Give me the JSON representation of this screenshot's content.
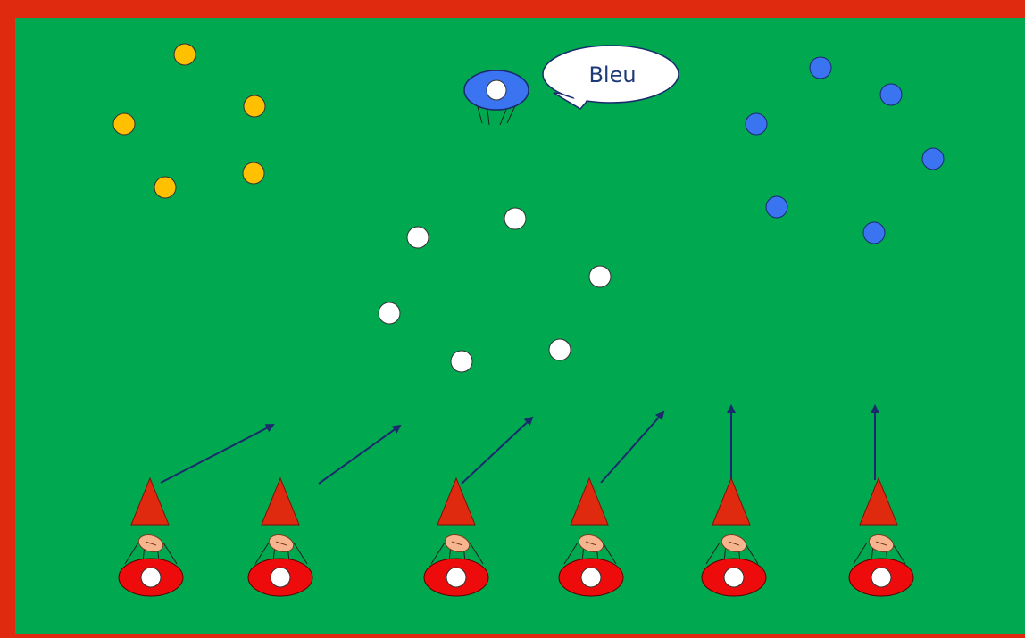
{
  "colors": {
    "field": "#00a84f",
    "border": "#e02a0f",
    "yellow_team": "#ffc000",
    "blue_team": "#3a74f0",
    "white_team": "#ffffff",
    "cone": "#e02a0f",
    "player_red": "#ee0b0b",
    "arrow": "#1a2a6c",
    "ball": "#f6b58f",
    "coach_blue": "#3a74f0"
  },
  "coach": {
    "speech_text": "Bleu",
    "icon": "coach-icon"
  },
  "groups": {
    "yellow": {
      "icon": "yellow-dot-icon",
      "count": 5
    },
    "white": {
      "icon": "white-dot-icon",
      "count": 6
    },
    "blue": {
      "icon": "blue-dot-icon",
      "count": 6
    }
  },
  "lanes": [
    {
      "arrow_direction": "diagonal-right",
      "icons": [
        "cone-icon",
        "ball-icon",
        "player-icon",
        "arrow-icon"
      ]
    },
    {
      "arrow_direction": "diagonal-right",
      "icons": [
        "cone-icon",
        "ball-icon",
        "player-icon",
        "arrow-icon"
      ]
    },
    {
      "arrow_direction": "diagonal-right",
      "icons": [
        "cone-icon",
        "ball-icon",
        "player-icon",
        "arrow-icon"
      ]
    },
    {
      "arrow_direction": "diagonal-right",
      "icons": [
        "cone-icon",
        "ball-icon",
        "player-icon",
        "arrow-icon"
      ]
    },
    {
      "arrow_direction": "straight-up",
      "icons": [
        "cone-icon",
        "ball-icon",
        "player-icon",
        "arrow-icon"
      ]
    },
    {
      "arrow_direction": "straight-up",
      "icons": [
        "cone-icon",
        "ball-icon",
        "player-icon",
        "arrow-icon"
      ]
    }
  ]
}
